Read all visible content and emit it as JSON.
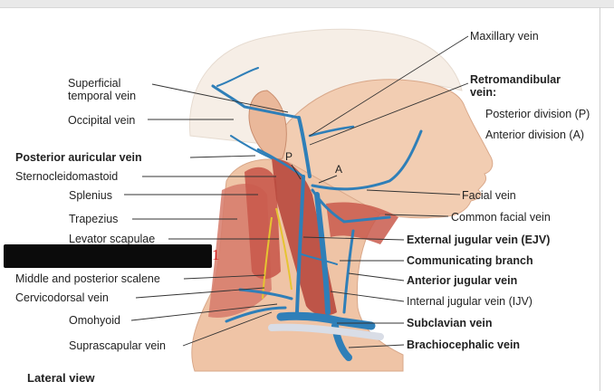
{
  "labels": {
    "maxillary": "Maxillary vein",
    "sup_temporal_1": "Superficial",
    "sup_temporal_2": "temporal vein",
    "occipital": "Occipital vein",
    "retro_1": "Retromandibular",
    "retro_2": "vein:",
    "posterior_division": "Posterior division (P)",
    "anterior_division": "Anterior division (A)",
    "posterior_auricular": "Posterior auricular vein",
    "sternocleidomastoid": "Sternocleidomastoid",
    "splenius": "Splenius",
    "trapezius": "Trapezius",
    "levator": "Levator scapulae",
    "middle_posterior_scalene": "Middle and posterior scalene",
    "cervicodorsal": "Cervicodorsal vein",
    "omohyoid": "Omohyoid",
    "suprascapular": "Suprascapular vein",
    "facial": "Facial vein",
    "common_facial": "Common facial vein",
    "ejv": "External jugular vein (EJV)",
    "communicating": "Communicating branch",
    "anterior_jugular": "Anterior jugular vein",
    "ijv": "Internal jugular vein (IJV)",
    "subclavian": "Subclavian vein",
    "brachiocephalic": "Brachiocephalic vein",
    "marker_p": "P",
    "marker_a": "A",
    "handwritten_mark": "1",
    "caption": "Lateral view"
  },
  "colors": {
    "vein": "#2f7fb8",
    "muscle": "#c95a4c",
    "skin": "#f2cdb2",
    "nerve": "#e6c431",
    "leader": "#333333",
    "redaction": "#0b0b0b",
    "annotation": "#d42020"
  }
}
